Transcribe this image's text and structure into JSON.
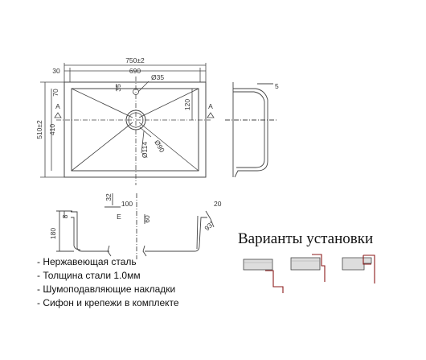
{
  "top_view": {
    "width_total": "750±2",
    "width_inner": "690",
    "left_offset": "30",
    "drain_diameter": "Ø35",
    "drain_offset": "35",
    "top_margin": "70",
    "right_offset": "120",
    "height_total": "510±2",
    "height_inner": "410",
    "drain_d90": "Ø90",
    "drain_d114": "Ø114",
    "section_mark": "A"
  },
  "side_view": {
    "rim": "5"
  },
  "section_view": {
    "flange": "32",
    "width_100": "100",
    "depth_small": "60",
    "depth_180": "180",
    "depth_8": "8",
    "rim_20": "20",
    "angle": "93°",
    "label_e": "E"
  },
  "features": [
    "- Нержавеющая сталь",
    "- Толщина стали 1.0мм",
    "- Шумоподавляющие накладки",
    "- Сифон и крепежи в комплекте"
  ],
  "installation": {
    "title": "Варианты установки"
  },
  "colors": {
    "line": "#444444",
    "accent": "#8b1a1a"
  }
}
